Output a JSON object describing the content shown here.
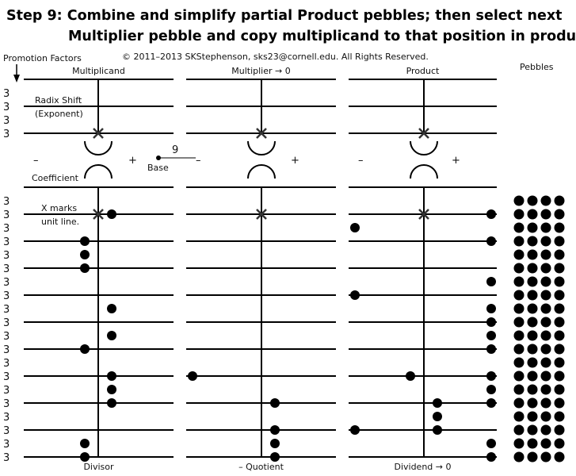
{
  "title": {
    "line1": "Step 9: Combine and simplify partial Product pebbles; then select next",
    "line2": "Multiplier pebble and copy multiplicand to that position in product."
  },
  "copyright": "© 2011–2013 SKStephenson, sks23@cornell.edu. All Rights Reserved.",
  "promotion_factors_label": "Promotion Factors",
  "promotion_factor_value": "3",
  "pebbles_label": "Pebbles",
  "radix_shift_label": "Radix Shift",
  "exponent_label": "(Exponent)",
  "coefficient_label": "Coefficient",
  "x_marks_label_1": "X marks",
  "x_marks_label_2": "unit line.",
  "base_label": "Base",
  "base_value": "9",
  "minus_sign": "–",
  "plus_sign": "+",
  "panels": [
    {
      "top_label": "Multiplicand",
      "bottom_label": "Divisor",
      "pebbles": [
        [
          1,
          "R"
        ],
        [
          3,
          "L"
        ],
        [
          4,
          "L"
        ],
        [
          5,
          "L"
        ],
        [
          8,
          "R"
        ],
        [
          10,
          "R"
        ],
        [
          11,
          "L"
        ],
        [
          13,
          "R"
        ],
        [
          14,
          "R"
        ],
        [
          15,
          "R"
        ],
        [
          18,
          "L"
        ],
        [
          19,
          "L"
        ]
      ]
    },
    {
      "top_label": "Multiplier → 0",
      "bottom_label": "– Quotient",
      "pebbles": [
        [
          13,
          "FL"
        ],
        [
          15,
          "R"
        ],
        [
          17,
          "R"
        ],
        [
          18,
          "R"
        ],
        [
          19,
          "R"
        ]
      ]
    },
    {
      "top_label": "Product",
      "bottom_label": "Dividend → 0",
      "pebbles": [
        [
          2,
          "FL"
        ],
        [
          1,
          "FR"
        ],
        [
          3,
          "FR"
        ],
        [
          6,
          "FR"
        ],
        [
          7,
          "FL"
        ],
        [
          8,
          "FR"
        ],
        [
          9,
          "FR"
        ],
        [
          10,
          "FR"
        ],
        [
          11,
          "FR"
        ],
        [
          13,
          "L"
        ],
        [
          13,
          "FR"
        ],
        [
          14,
          "FR"
        ],
        [
          15,
          "R"
        ],
        [
          15,
          "FR"
        ],
        [
          16,
          "R"
        ],
        [
          17,
          "FL"
        ],
        [
          17,
          "R"
        ],
        [
          18,
          "FR"
        ],
        [
          19,
          "FR"
        ]
      ]
    }
  ],
  "pebble_supply": {
    "rows": 20,
    "cols": 4
  }
}
